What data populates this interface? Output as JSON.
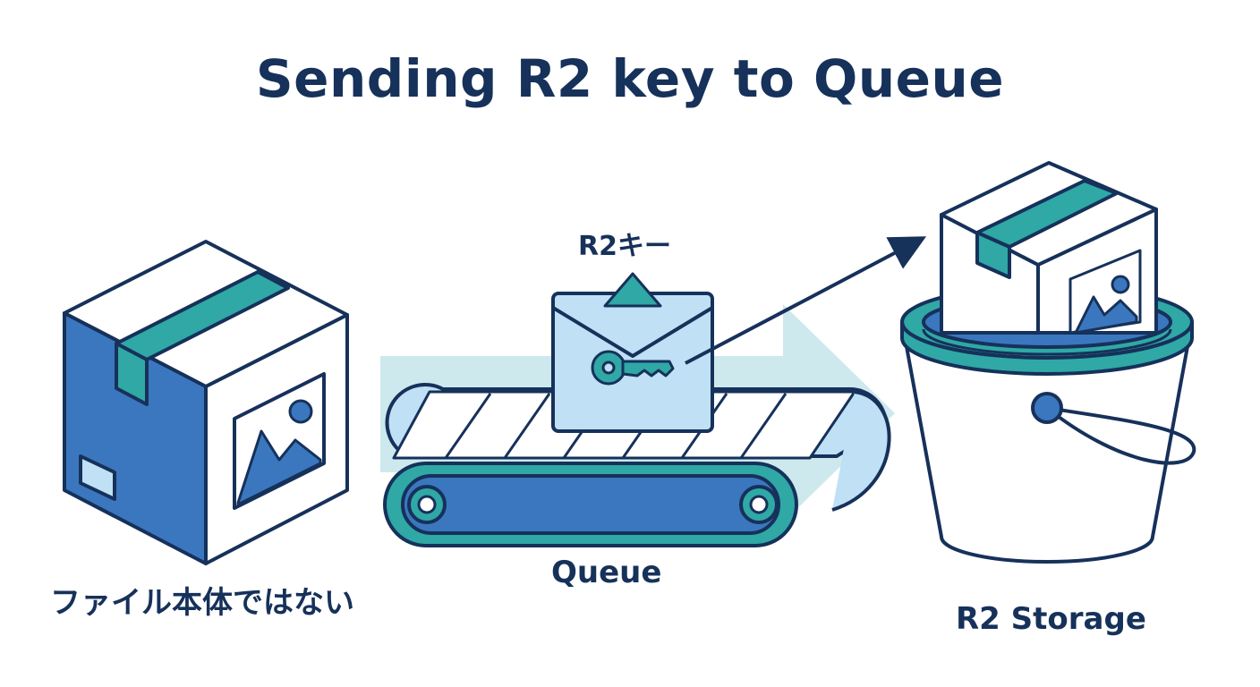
{
  "title": "Sending R2 key to Queue",
  "labels": {
    "file": "ファイル本体ではない",
    "key": "R2キー",
    "queue": "Queue",
    "storage": "R2 Storage"
  },
  "colors": {
    "navy": "#16315a",
    "blue": "#3b77bf",
    "teal": "#2fa8a6",
    "light_blue": "#bfe0f5",
    "pale_cyan": "#cde9ee",
    "white": "#ffffff"
  }
}
